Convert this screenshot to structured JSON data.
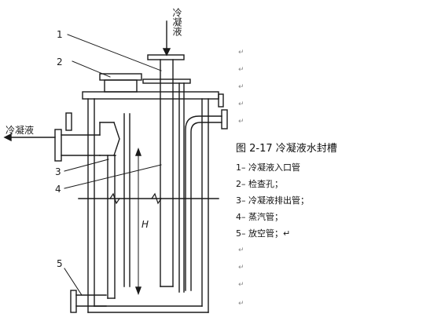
{
  "figure": {
    "caption": "图 2-17 冷凝液水封槽",
    "legend": [
      "1– 冷凝液入口管",
      "2– 检查孔；",
      "3– 冷凝液排出管；",
      "4– 蒸汽管；",
      "5– 放空管；↵"
    ],
    "callouts": [
      "1",
      "2",
      "3",
      "4",
      "5"
    ],
    "inlet_label": "冷凝液",
    "outlet_label": "冷凝液",
    "dimension_label": "H",
    "paragraph_mark": "↵"
  },
  "colors": {
    "line": "#1a1a1a",
    "paper": "#ffffff",
    "mark": "#8a8a8a"
  }
}
